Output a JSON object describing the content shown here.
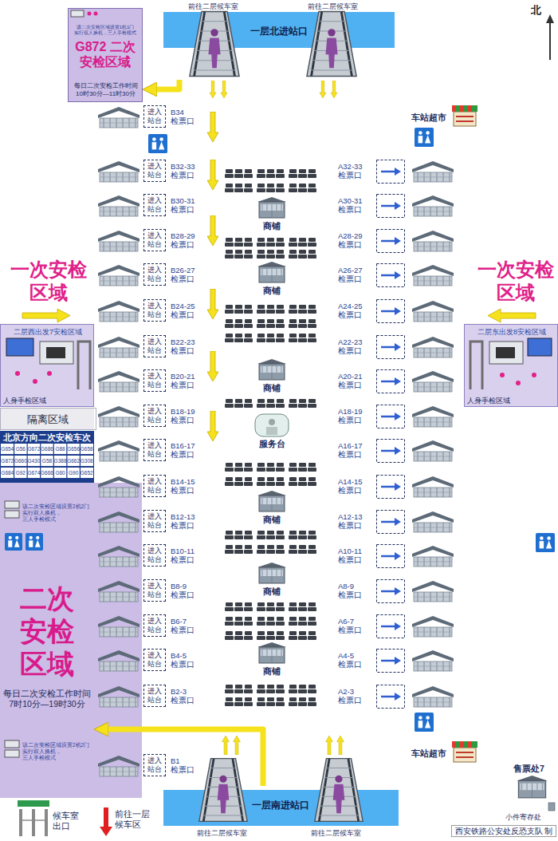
{
  "diagram": {
    "nodes": [
      {
        "text": [
          "该二次安检区域设置1机1门 实行双人换机，三人手检模式",
          "G872 二次安检区域",
          "每日二次安检工作时间 10时30分—11时30分"
        ]
      },
      {
        "text": [
          "前往二层候车室",
          "一层北进站口",
          "前往二层候车室"
        ]
      },
      {
        "text": [
          "二层西出发7安检区域",
          "人身手检区域"
        ]
      },
      {
        "text": [
          "隔离区域"
        ]
      },
      {
        "text": [
          "北京方向二次安检车次"
        ]
      },
      {
        "text": [
          "该二次安检区域设置2机2门 实行双人换机，三人手检模式",
          "二次安检区域",
          "每日二次安检工作时间 7时10分—19时30分",
          "该二次安检区域设置2机2门 实行双人换机，三人手检模式"
        ]
      },
      {
        "text": [
          "进入站台",
          "B34 检票口"
        ]
      },
      {
        "text": [
          "进入站台",
          "B32-33 检票口"
        ]
      },
      {
        "text": [
          "进入站台",
          "B30-31 检票口"
        ]
      },
      {
        "text": [
          "进入站台",
          "B28-29 检票口"
        ]
      },
      {
        "text": [
          "进入站台",
          "B26-27 检票口"
        ]
      },
      {
        "text": [
          "进入站台",
          "B24-25 检票口"
        ]
      },
      {
        "text": [
          "进入站台",
          "B22-23 检票口"
        ]
      },
      {
        "text": [
          "进入站台",
          "B20-21 检票口"
        ]
      },
      {
        "text": [
          "进入站台",
          "B18-19 检票口"
        ]
      },
      {
        "text": [
          "进入站台",
          "B16-17 检票口"
        ]
      },
      {
        "text": [
          "进入站台",
          "B14-15 检票口"
        ]
      },
      {
        "text": [
          "进入站台",
          "B12-13 检票口"
        ]
      },
      {
        "text": [
          "进入站台",
          "B10-11 检票口"
        ]
      },
      {
        "text": [
          "进入站台",
          "B8-9 检票口"
        ]
      },
      {
        "text": [
          "进入站台",
          "B6-7 检票口"
        ]
      },
      {
        "text": [
          "进入站台",
          "B4-5 检票口"
        ]
      },
      {
        "text": [
          "进入站台",
          "B2-3 检票口"
        ]
      },
      {
        "text": [
          "进入站台",
          "B1 检票口"
        ]
      },
      {
        "text": [
          "A32-33 检票口"
        ]
      },
      {
        "text": [
          "A30-31 检票口"
        ]
      },
      {
        "text": [
          "A28-29 检票口"
        ]
      },
      {
        "text": [
          "A26-27 检票口"
        ]
      },
      {
        "text": [
          "A24-25 检票口"
        ]
      },
      {
        "text": [
          "A22-23 检票口"
        ]
      },
      {
        "text": [
          "A20-21 检票口"
        ]
      },
      {
        "text": [
          "A18-19 检票口"
        ]
      },
      {
        "text": [
          "A16-17 检票口"
        ]
      },
      {
        "text": [
          "A14-15 检票口"
        ]
      },
      {
        "text": [
          "A12-13 检票口"
        ]
      },
      {
        "text": [
          "A10-11 检票口"
        ]
      },
      {
        "text": [
          "A8-9 检票口"
        ]
      },
      {
        "text": [
          "A6-7 检票口"
        ]
      },
      {
        "text": [
          "A4-5 检票口"
        ]
      },
      {
        "text": [
          "A2-3 检票口"
        ]
      },
      {
        "text": [
          "二层东出发8安检区域",
          "人身手检区域"
        ]
      },
      {
        "text": [
          "一层南进站口",
          "前往二层候车室",
          "前往二层候车室"
        ]
      }
    ],
    "edges": [
      {
        "from": 1,
        "to": 0,
        "arrow": "to"
      },
      {
        "from": 41,
        "to": 5,
        "arrow": "to"
      }
    ],
    "labels": [
      "北",
      "车站超市",
      "一次安检区域",
      "一次安检区域",
      "商铺",
      "商铺",
      "商铺",
      "服务台",
      "商铺",
      "商铺",
      "商铺",
      "G654",
      "G56",
      "G672",
      "G686",
      "G88",
      "G656",
      "G658",
      "G872",
      "G660",
      "G430",
      "G58",
      "G388",
      "G662",
      "G308",
      "G684",
      "G92",
      "G674",
      "G666",
      "G60",
      "G90",
      "G652",
      "车站超市",
      "售票处7",
      "候车室出口",
      "前往一层候车区",
      "小件寄存处",
      "西安铁路公安处反恐支队 制"
    ]
  }
}
